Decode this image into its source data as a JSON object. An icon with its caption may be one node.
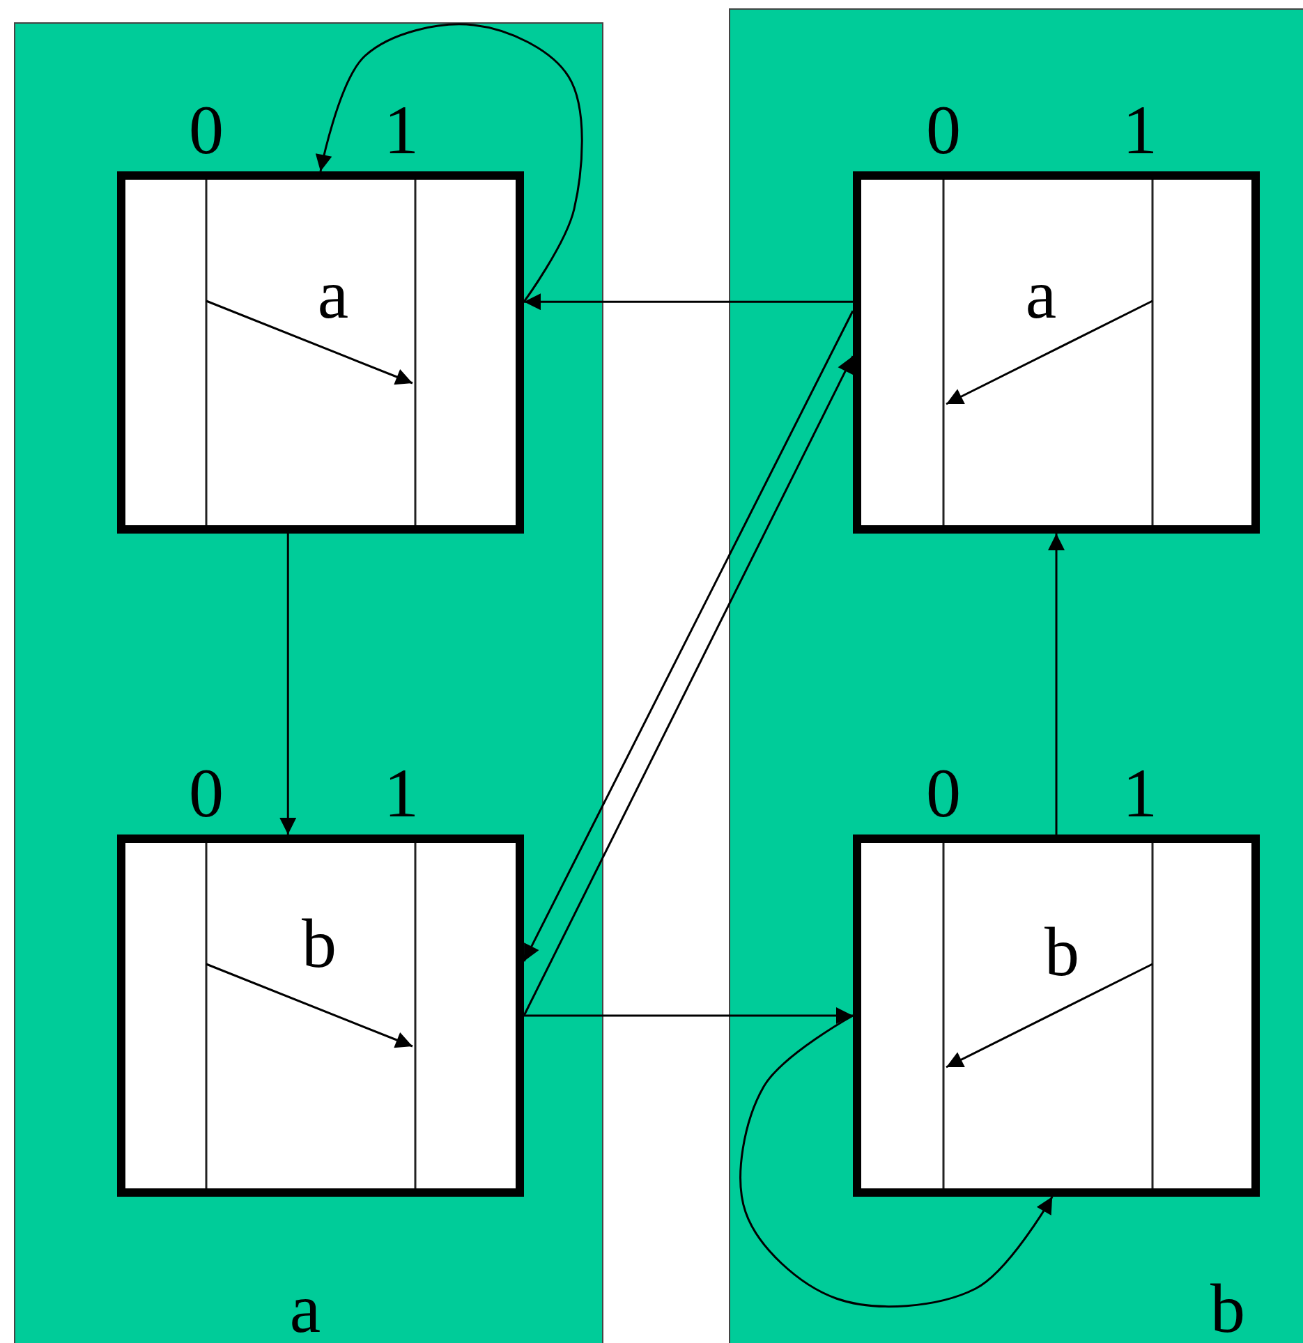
{
  "diagram": {
    "nodes": [
      {
        "text": [
          "a"
        ]
      },
      {
        "text": [
          "0",
          "1",
          "a"
        ],
        "in": 0
      },
      {
        "text": [
          "0",
          "1",
          "b"
        ],
        "in": 0
      },
      {
        "text": [
          "b"
        ]
      },
      {
        "text": [
          "0",
          "1",
          "a"
        ],
        "in": 3
      },
      {
        "text": [
          "0",
          "1",
          "b"
        ],
        "in": 3
      }
    ],
    "edges": [
      {
        "from": 1,
        "to": 1,
        "arrow": "to"
      },
      {
        "from": 1,
        "to": 2,
        "arrow": "to"
      },
      {
        "from": 4,
        "to": 1,
        "arrow": "to"
      },
      {
        "from": 4,
        "to": 2,
        "arrow": "to"
      },
      {
        "from": 2,
        "to": 4,
        "arrow": "to"
      },
      {
        "from": 2,
        "to": 5,
        "arrow": "to"
      },
      {
        "from": 5,
        "to": 4,
        "arrow": "to"
      },
      {
        "from": 5,
        "to": 5,
        "arrow": "to"
      }
    ]
  }
}
